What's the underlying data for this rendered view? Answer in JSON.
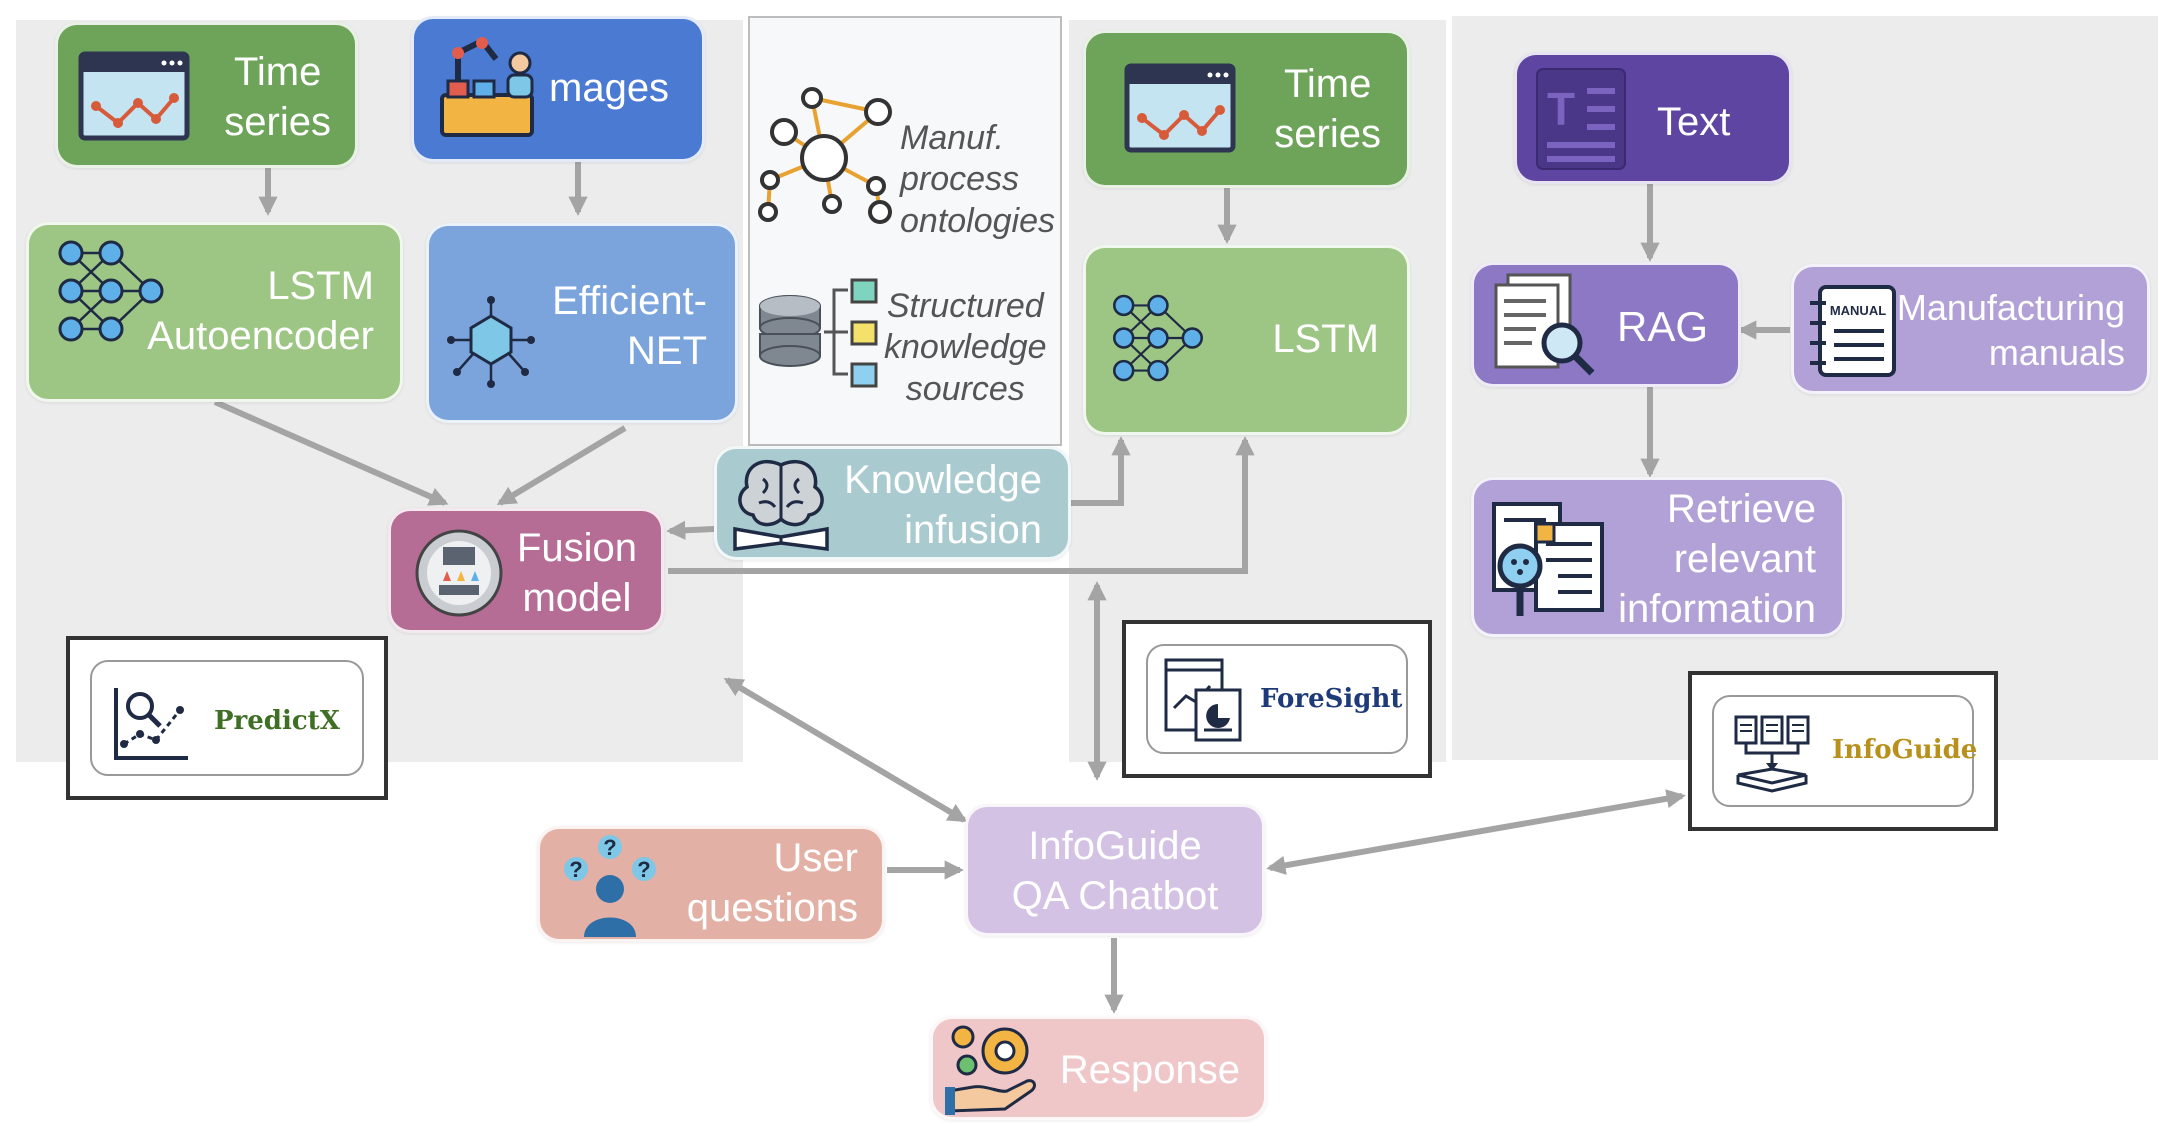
{
  "colors": {
    "green_dark": "#6da459",
    "green_light": "#9dc583",
    "blue_dark": "#4a7ad1",
    "blue_light": "#7ba4dc",
    "purple_dark": "#5d45a1",
    "purple_mid": "#8c78c4",
    "purple_light": "#b1a1d6",
    "teal": "#a9cbd0",
    "magenta": "#b56d96",
    "lilac": "#d3c2e4",
    "salmon": "#e3b0a5",
    "pink": "#efc7c9",
    "arrow": "#a4a4a4",
    "panel": "#ececec"
  },
  "nodes": {
    "time_series_left": "Time\nseries",
    "images": "mages",
    "lstm_autoencoder_line1": "LSTM",
    "lstm_autoencoder_line2": "Autoencoder",
    "efficientnet_line1": "Efficient-",
    "efficientnet_line2": "NET",
    "fusion_model": "Fusion\nmodel",
    "ontologies": "Manuf.\nprocess\nontologies",
    "structured_sources": "Structured\nknowledge\nsources",
    "knowledge_infusion": "Knowledge\ninfusion",
    "time_series_mid": "Time\nseries",
    "lstm": "LSTM",
    "text": "Text",
    "rag": "RAG",
    "manufacturing_manuals": "Manufacturing\nmanuals",
    "manual_icon_label": "MANUAL",
    "retrieve_info": "Retrieve\nrelevant\ninformation",
    "user_questions": "User\nquestions",
    "chatbot": "InfoGuide\nQA Chatbot",
    "response": "Response"
  },
  "badges": {
    "predictx": "PredictX",
    "foresight": "ForeSight",
    "infoguide": "InfoGuide"
  },
  "icons": [
    "line-chart-window-icon",
    "factory-robot-icon",
    "neural-network-icon",
    "network-cube-icon",
    "ontology-graph-icon",
    "database-tree-icon",
    "brain-book-icon",
    "fusion-funnel-icon",
    "text-document-icon",
    "document-search-icon",
    "manual-notebook-icon",
    "documents-magnify-icon",
    "user-questions-icon",
    "hand-gear-icon",
    "analytics-icon",
    "dashboard-report-icon",
    "document-merge-icon"
  ]
}
